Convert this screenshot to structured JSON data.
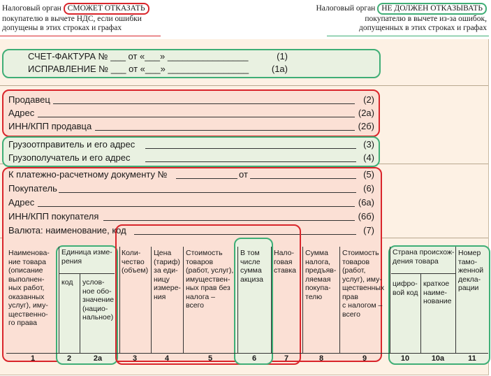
{
  "notes": {
    "left": {
      "prefix": "Налоговый орган",
      "badge": "СМОЖЕТ ОТКАЗАТЬ",
      "line2": "покупателю в вычете НДС, если ошибки",
      "line3": "допущены в этих строках и графах"
    },
    "right": {
      "prefix": "Налоговый орган",
      "badge": "НЕ ДОЛЖЕН ОТКАЗЫВАТЬ",
      "line2": "покупателю в вычете из-за ошибок,",
      "line3": "допущенных в этих строках и графах"
    }
  },
  "invoice": {
    "line1": {
      "label": "СЧЕТ-ФАКТУРА № ___ от «___» ________________",
      "num": "(1)"
    },
    "line2": {
      "label": "ИСПРАВЛЕНИЕ № ___ от «___» ________________",
      "num": "(1а)"
    }
  },
  "seller": {
    "name": {
      "label": "Продавец",
      "num": "(2)"
    },
    "address": {
      "label": "Адрес",
      "num": "(2а)"
    },
    "inn": {
      "label": "ИНН/КПП продавца",
      "num": "(2б)"
    }
  },
  "shipping": {
    "shipper": {
      "label": "Грузоотправитель и его адрес",
      "num": "(3)"
    },
    "consignee": {
      "label": "Грузополучатель и его адрес",
      "num": "(4)"
    }
  },
  "payment": {
    "doc": {
      "label": "К платежно-расчетному документу №",
      "mid": "от",
      "num": "(5)"
    },
    "buyer": {
      "label": "Покупатель",
      "num": "(6)"
    },
    "address": {
      "label": "Адрес",
      "num": "(6а)"
    },
    "inn": {
      "label": "ИНН/КПП покупателя",
      "num": "(6б)"
    },
    "currency": {
      "label": "Валюта: наименование, код",
      "num": "(7)"
    }
  },
  "table": {
    "c1": "Наименова-\nние товара\n(описание\nвыполнен-\nных работ,\nоказанных\nуслуг), иму-\nщественно-\nго права",
    "c2group": "Единица изме-\nрения",
    "c2": "код",
    "c2a": "услов-\nное обо-\nзначение\n(нацио-\nнальное)",
    "c3": "Коли-\nчество\n(объем)",
    "c4": "Цена\n(тариф)\nза еди-\nницу\nизмере-\nния",
    "c5": "Стоимость\nтоваров\n(работ, услуг),\nимуществен-\nных прав без\nналога –\nвсего",
    "c6": "В том\nчисле\nсумма\nакциза",
    "c7": "Нало-\nговая\nставка",
    "c8": "Сумма\nналога,\nпредъяв-\nляемая\nпокупа-\nтелю",
    "c9": "Стоимость\nтоваров\n(работ,\nуслуг), иму-\nщественных\nправ\nс налогом –\nвсего",
    "c10group": "Страна происхож-\nдения товара",
    "c10": "цифро-\nвой код",
    "c10a": "краткое\nнаиме-\nнование",
    "c11": "Номер\nтамо-\nженной\nдекла-\nрации",
    "numbers": [
      "1",
      "2",
      "2а",
      "3",
      "4",
      "5",
      "6",
      "7",
      "8",
      "9",
      "10",
      "10а",
      "11"
    ]
  }
}
